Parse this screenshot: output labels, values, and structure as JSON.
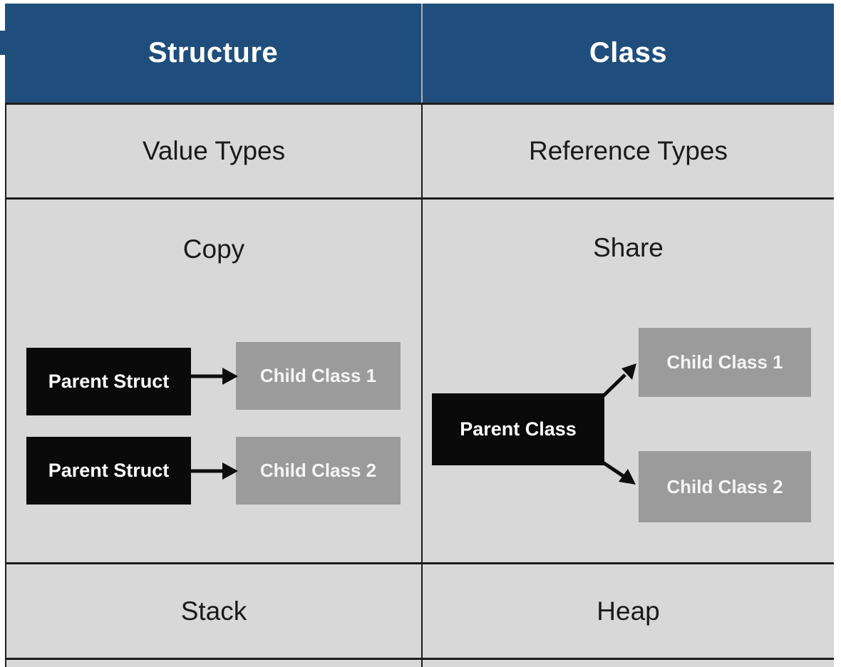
{
  "table": {
    "header": {
      "left": "Structure",
      "right": "Class"
    },
    "row_types": {
      "left": "Value Types",
      "right": "Reference Types"
    },
    "row_semantics": {
      "left": "Copy",
      "right": "Share"
    },
    "row_memory": {
      "left": "Stack",
      "right": "Heap"
    }
  },
  "diagram_left": {
    "parent1": "Parent Struct",
    "parent2": "Parent Struct",
    "child1": "Child Class 1",
    "child2": "Child Class 2"
  },
  "diagram_right": {
    "parent": "Parent Class",
    "child1": "Child Class 1",
    "child2": "Child Class 2"
  },
  "colors": {
    "header_bg": "#204e7c",
    "header_text": "#ffffff",
    "cell_bg": "#d8d8d8",
    "cell_text": "#1a1a1a",
    "parent_box_bg": "#0a0a0a",
    "parent_box_text": "#ffffff",
    "child_box_bg": "#9b9b9b",
    "child_box_text": "#f5f5f5",
    "border": "#1c1c1c",
    "arrow": "#0d0d0d"
  }
}
